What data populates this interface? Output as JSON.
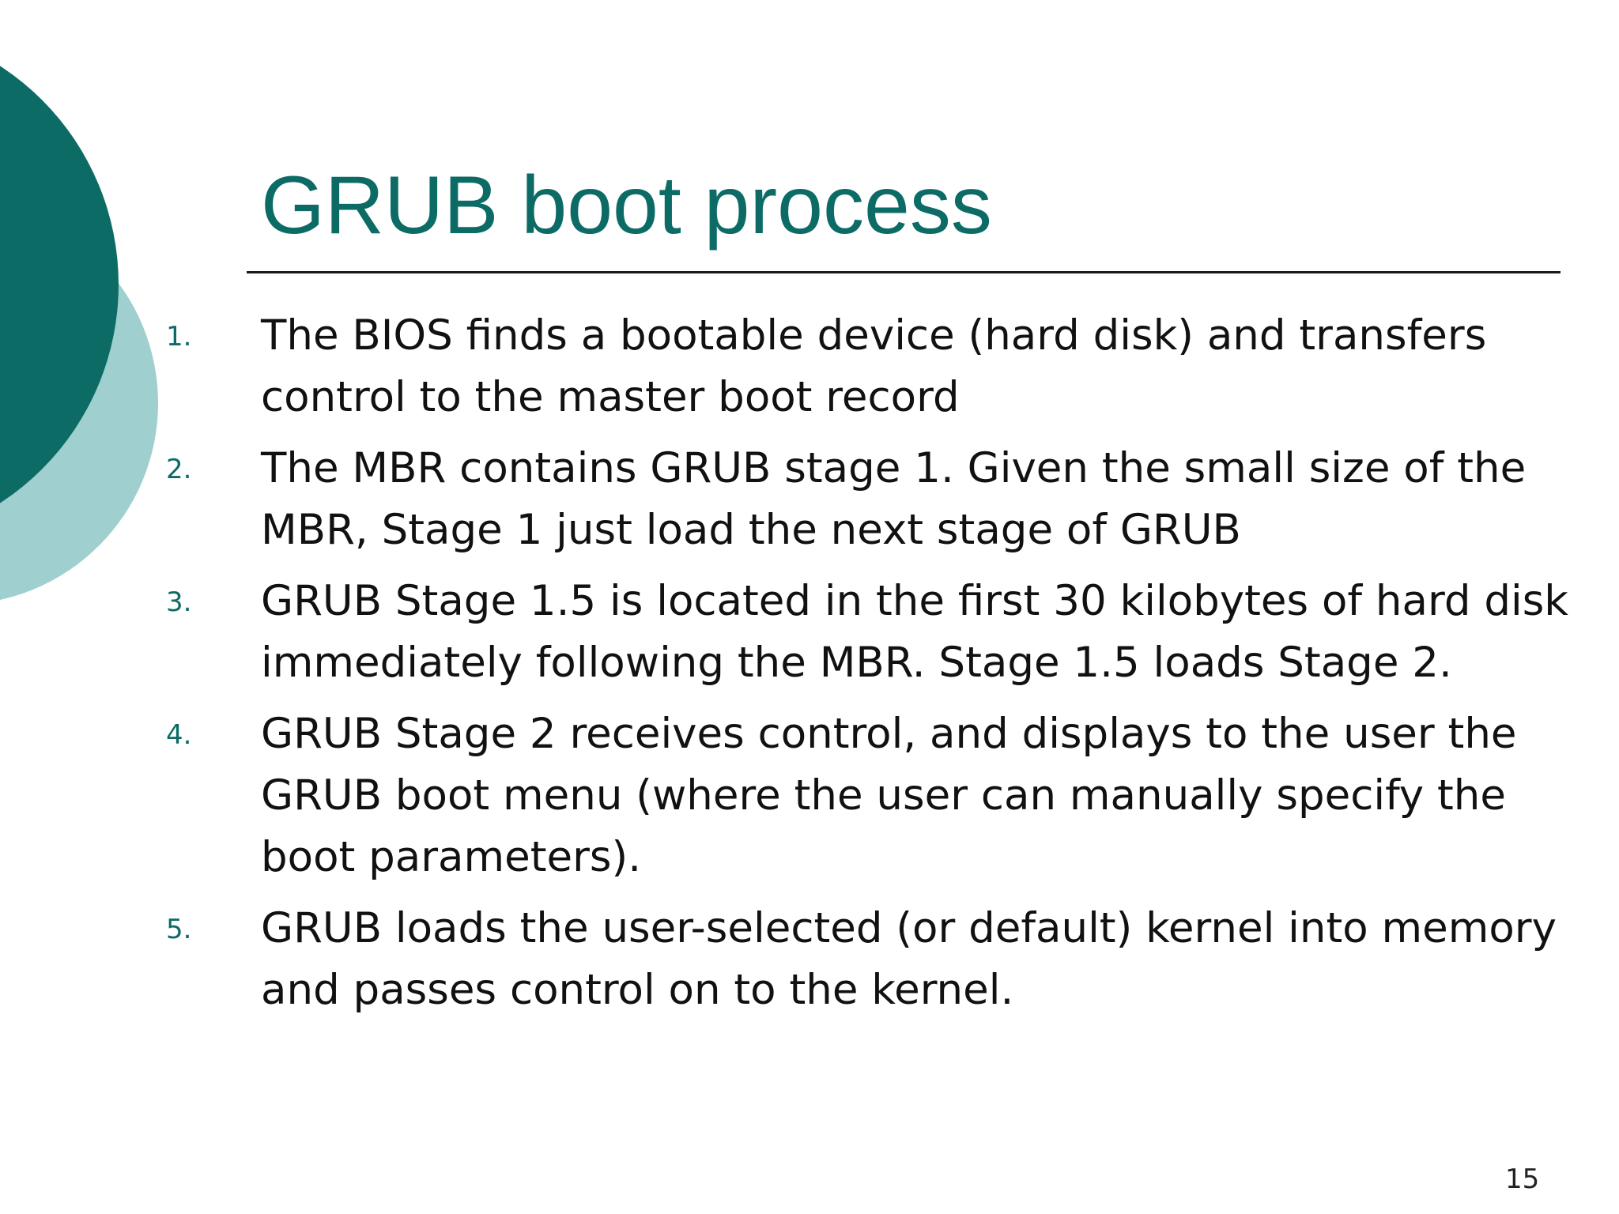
{
  "slide": {
    "title": "GRUB boot process",
    "page_number": "15",
    "colors": {
      "title": "#0d6b66",
      "circle_dark": "#0d6b66",
      "circle_light": "#9fcfcf",
      "text": "#111111"
    },
    "items": [
      {
        "number": "1.",
        "text": "The BIOS finds a bootable device (hard disk) and transfers control to the master boot record"
      },
      {
        "number": "2.",
        "text": "The MBR contains GRUB stage 1. Given the small size of the MBR, Stage 1 just load the next stage of GRUB"
      },
      {
        "number": "3.",
        "text": "GRUB Stage 1.5 is located in the first 30 kilobytes of hard disk immediately following the MBR. Stage 1.5 loads Stage 2."
      },
      {
        "number": "4.",
        "text": "GRUB Stage 2 receives control, and displays to the user the GRUB boot menu (where the user can manually specify the boot parameters)."
      },
      {
        "number": "5.",
        "text": "GRUB loads the user-selected (or default) kernel into memory and passes control on to the kernel."
      }
    ]
  }
}
